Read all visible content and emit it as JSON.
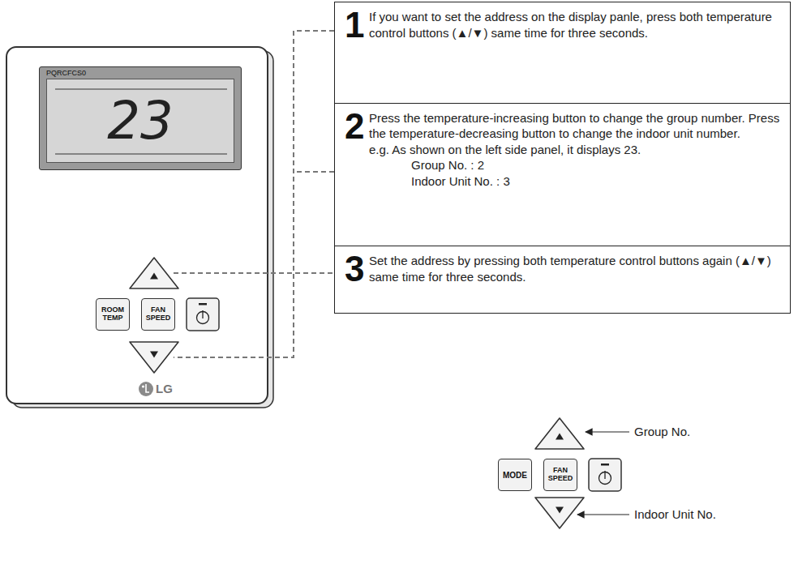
{
  "diagram": {
    "nodes": [
      {
        "text": [
          "PQRCFCS0",
          "23"
        ]
      },
      {
        "text": [
          "ROOM TEMP"
        ]
      },
      {
        "text": [
          "FAN SPEED"
        ]
      },
      {
        "text": [
          "1",
          "If you want to set the address on the display panle, press both temperature control buttons (▲/▼) same time for three seconds."
        ]
      },
      {
        "text": [
          "2",
          "Press the temperature-increasing button to change the group number. Press the temperature-decreasing button to change the indoor unit number.",
          "e.g. As shown on the left side panel, it displays 23.",
          "Group No. : 2",
          "Indoor Unit No. : 3"
        ]
      },
      {
        "text": [
          "3",
          "Set the address by pressing both temperature control buttons again (▲/▼) same time for three seconds."
        ]
      },
      {
        "text": [
          "MODE"
        ]
      },
      {
        "text": [
          "FAN SPEED"
        ]
      }
    ],
    "labels": [
      "LG",
      "Group No.",
      "Indoor Unit No."
    ]
  }
}
